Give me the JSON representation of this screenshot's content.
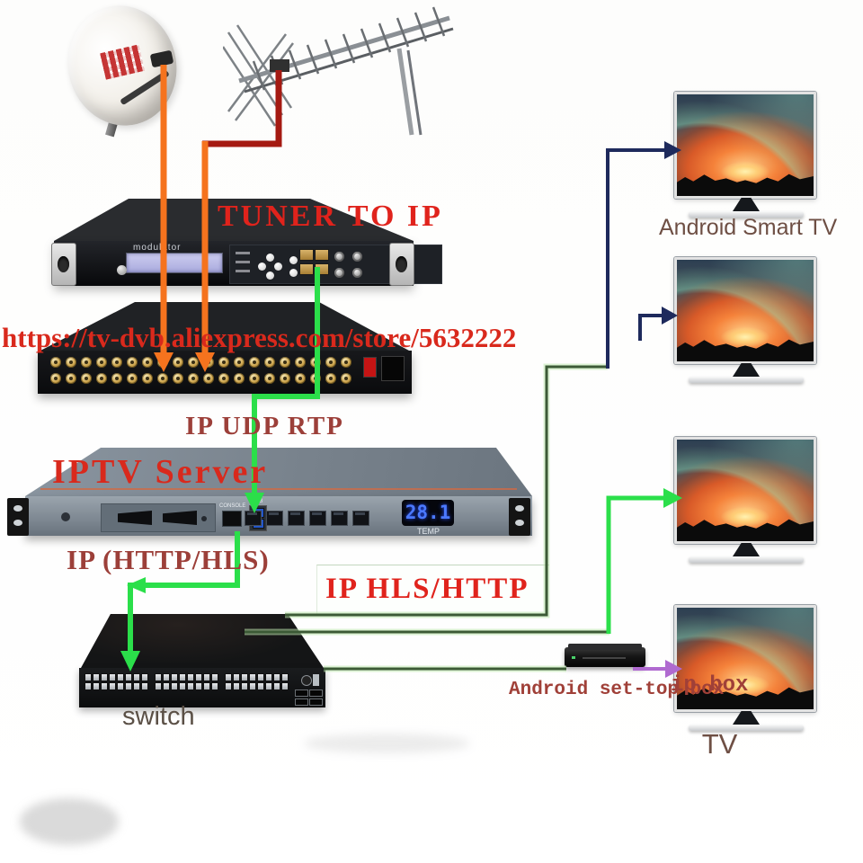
{
  "annotations": {
    "tuner_to_ip": "TUNER TO IP",
    "store_url": "https://tv-dvb.aliexpress.com/store/5632222",
    "ip_udp_rtp": "IP UDP RTP",
    "iptv_server": "IPTV Server",
    "ip_http_hls": "IP (HTTP/HLS)",
    "ip_hls_http": "IP HLS/HTTP",
    "switch_label": "switch",
    "settop_label": "Android set-top box",
    "ip_box_label": "ip box",
    "smart_tv_label": "Android Smart TV",
    "tv_label": "TV"
  },
  "devices": {
    "modulator": {
      "panel_name": "modulator",
      "rj45_ports": 4,
      "bnc_ports": 4
    },
    "tuner_gateway": {
      "rf_inputs_per_row": 20,
      "rows": 2
    },
    "iptv_server": {
      "console_label": "CONSOLE",
      "usb_label": "USB",
      "temp_display": "28.1",
      "temp_label": "TEMP",
      "eth_ports": 6
    },
    "switch": {
      "port_groups": 3,
      "ports_per_group": 16
    },
    "tv_count": 4
  },
  "colors": {
    "red_text": "#d9291c",
    "maroon_text": "#9c3f39",
    "orange_cable": "#f5731e",
    "dark_red_cable": "#a51a12",
    "green_cable": "#2bdf4a",
    "dark_green_line": "#3c5a36",
    "navy_line": "#1e2a5c",
    "purple_line": "#b06ad0"
  }
}
